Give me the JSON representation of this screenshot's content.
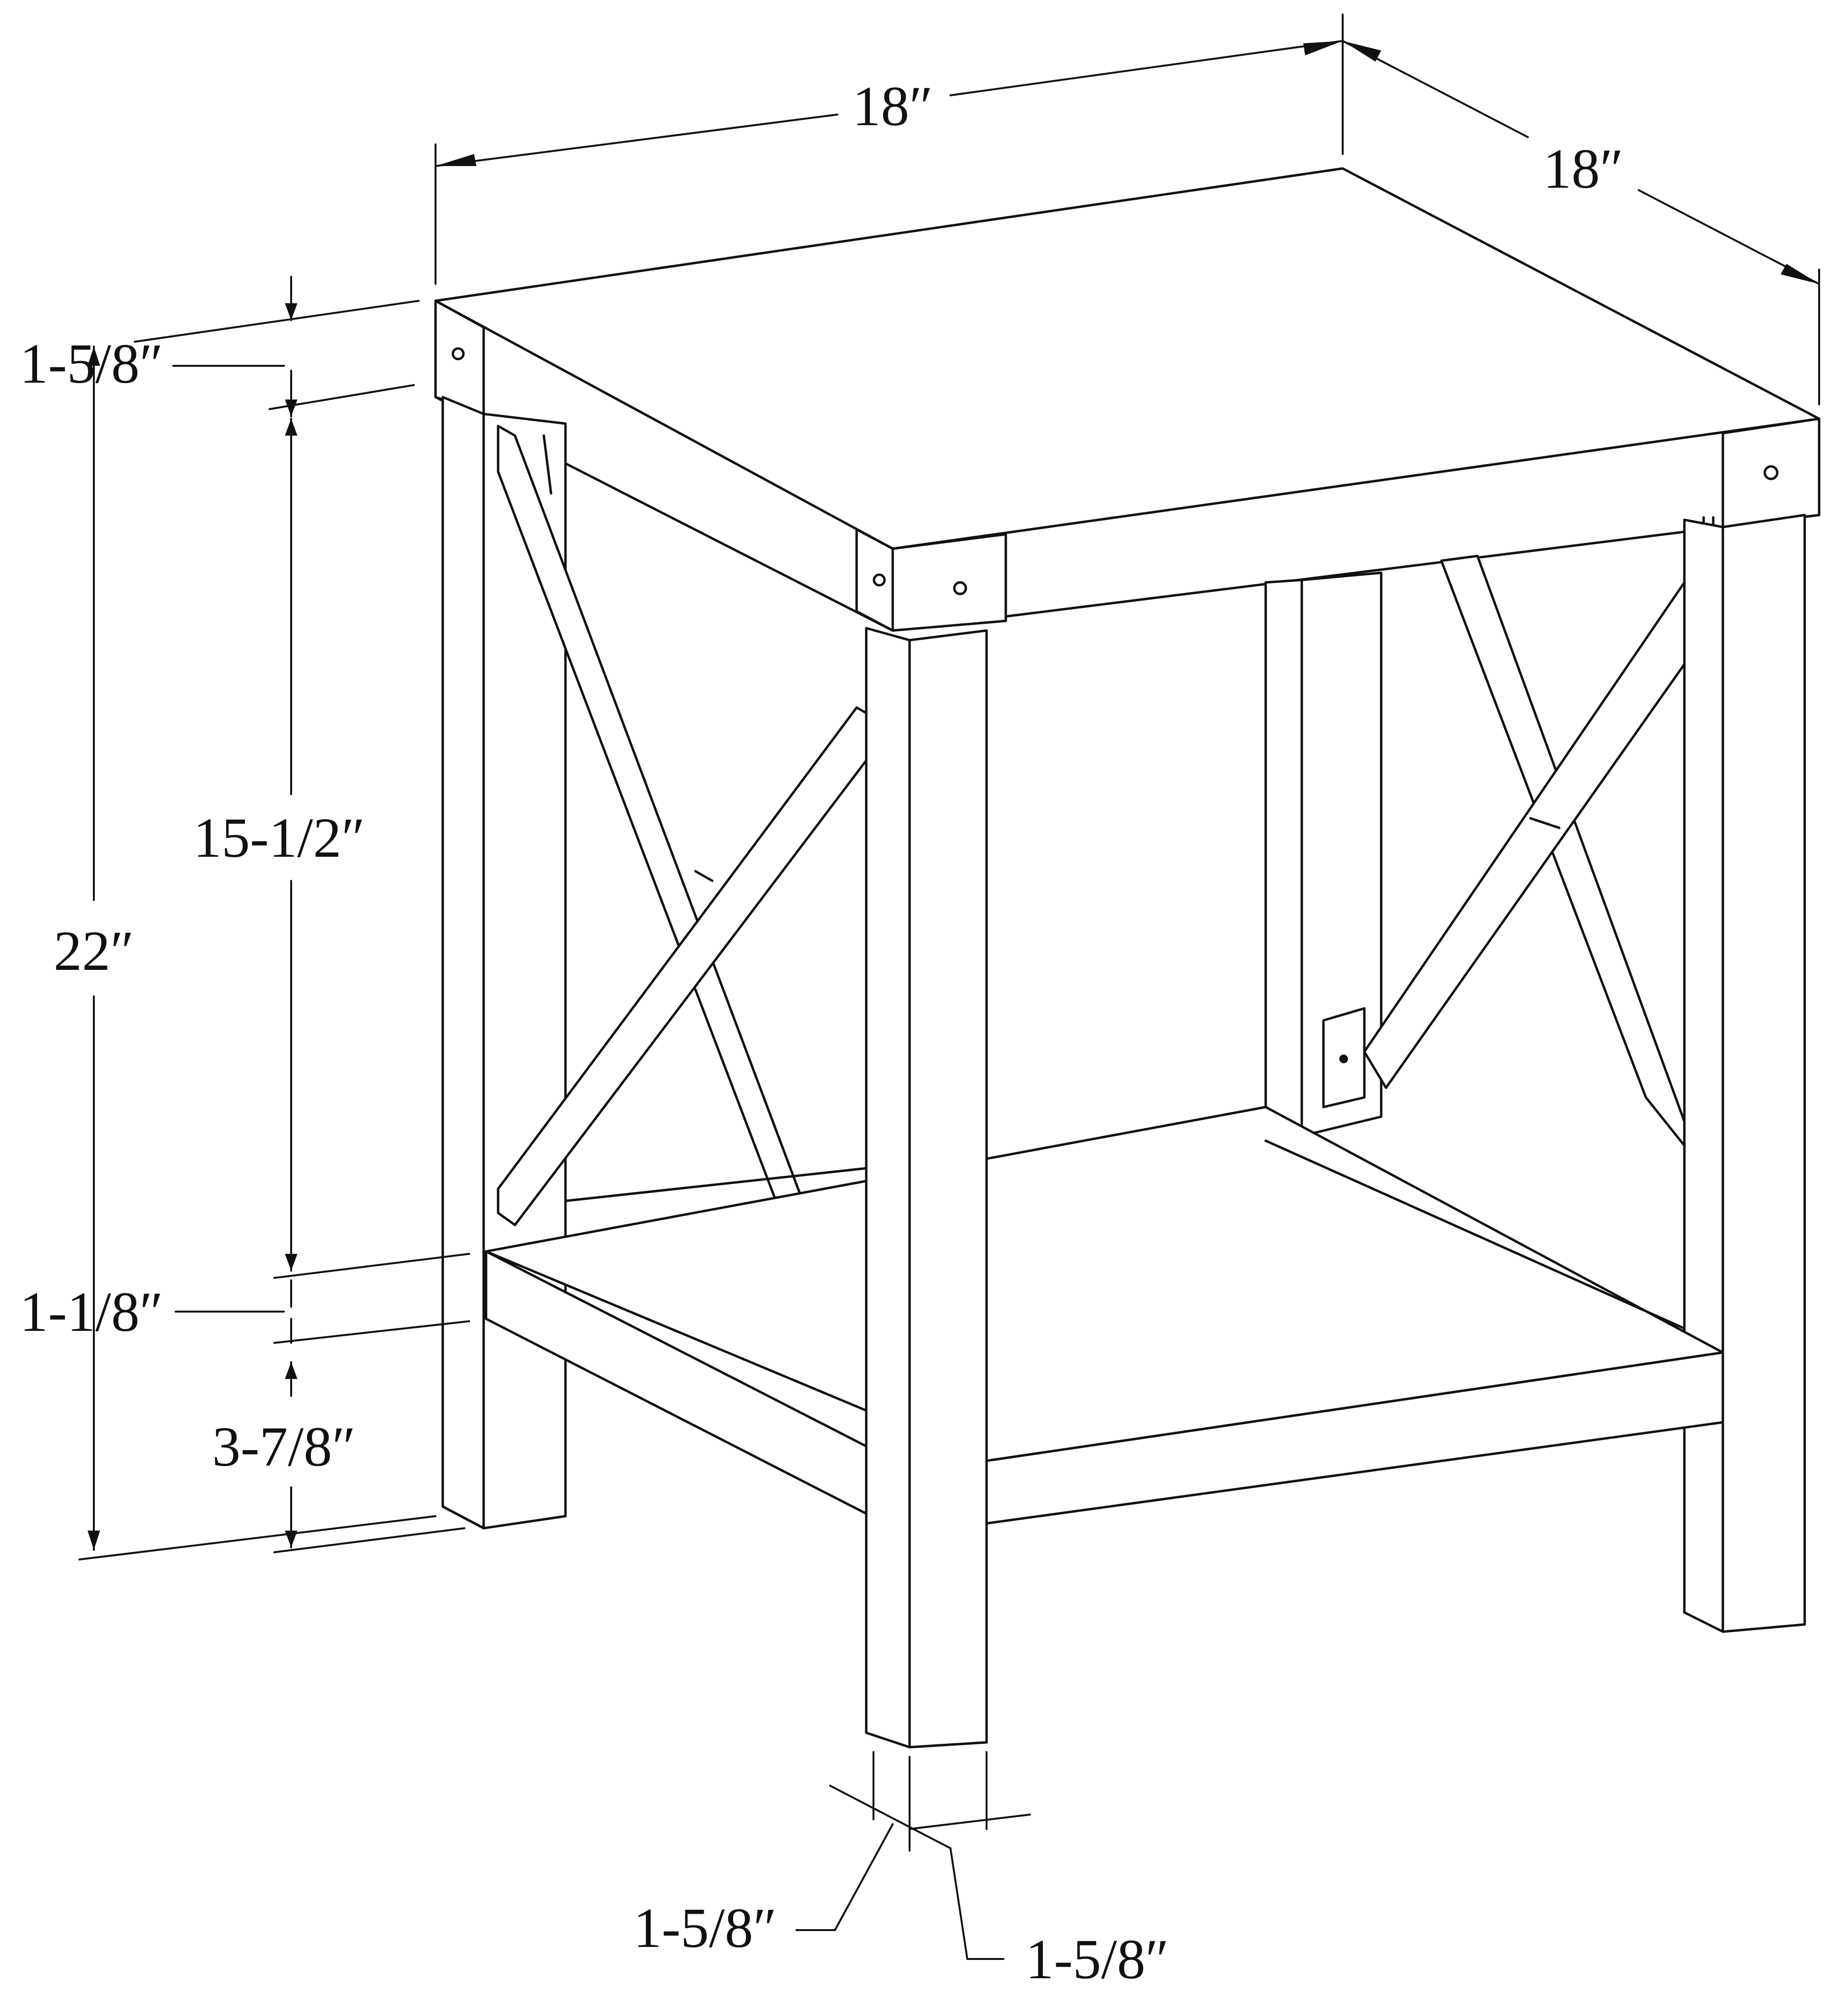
{
  "dimensions": {
    "width": "18″",
    "depth": "18″",
    "overall_height": "22″",
    "top_thickness": "1-5/8″",
    "apron_to_shelf": "15-1/2″",
    "shelf_thickness": "1-1/8″",
    "shelf_to_floor": "3-7/8″",
    "leg_width": "1-5/8″",
    "leg_depth": "1-5/8″"
  },
  "colors": {
    "line": "#111111",
    "background": "#ffffff"
  }
}
